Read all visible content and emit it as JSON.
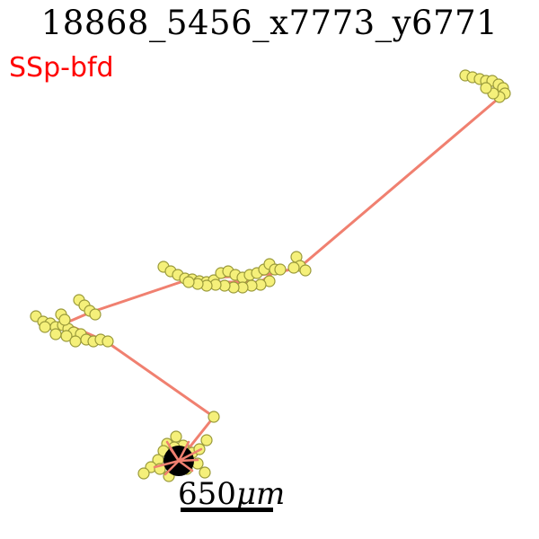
{
  "title": "18868_5456_x7773_y6771",
  "region_label": "SSp-bfd",
  "scale_bar": {
    "value": "650",
    "unit": "μm"
  },
  "colors": {
    "region_label": "#ff0000",
    "axon_line": "#f08070",
    "bouton_fill": "#f5f07a",
    "bouton_stroke": "#9a9a3a",
    "soma": "#000000"
  }
}
